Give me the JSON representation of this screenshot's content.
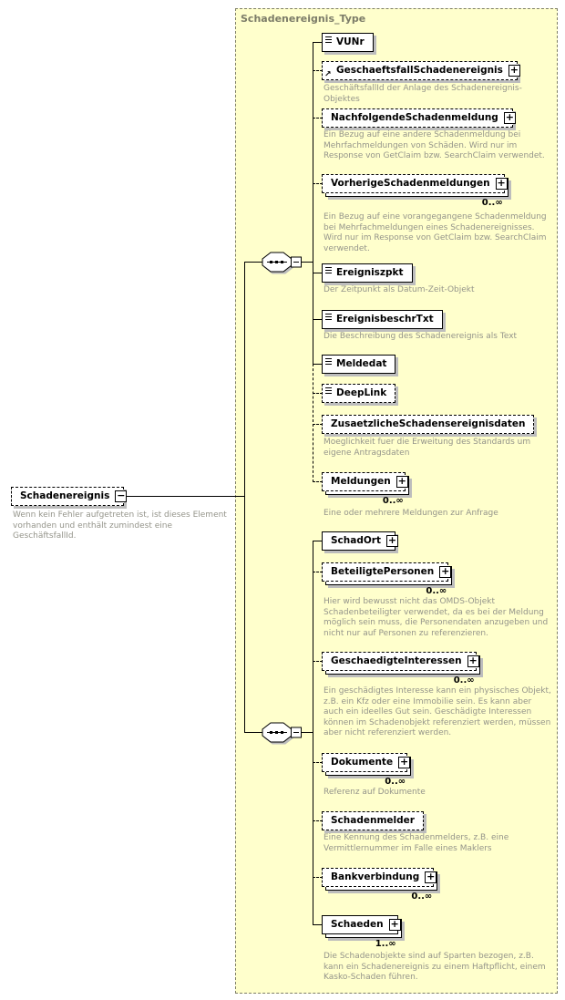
{
  "diagram": {
    "title": "Schadenereignis_Type",
    "root": {
      "label": "Schadenereignis",
      "description": "Wenn kein Fehler aufgetreten ist, ist dieses Element vorhanden und enthält zumindest eine GeschäftsfallId."
    },
    "icons": {
      "expand": "+",
      "collapse": "−",
      "reference": "↗"
    },
    "colors": {
      "container_background": "#FFFFCC",
      "box_background": "#FFFFFF",
      "shadow": "#BDBDBD",
      "line": "#000000",
      "annotation_text": "#94948A",
      "title_text": "#7C7C68"
    },
    "groups": [
      {
        "kind": "sequence"
      },
      {
        "kind": "sequence"
      }
    ],
    "elements": [
      {
        "label": "VUNr",
        "required": true
      },
      {
        "label": "GeschaeftsfallSchadenereignis",
        "required": false,
        "description": "GeschäftsfallId der Anlage des Schadenereignis-Objektes"
      },
      {
        "label": "NachfolgendeSchadenmeldung",
        "required": false,
        "description": "Ein Bezug auf eine andere Schadenmeldung bei Mehrfachmeldungen von Schäden. Wird nur im Response von GetClaim bzw. SearchClaim verwendet."
      },
      {
        "label": "VorherigeSchadenmeldungen",
        "required": false,
        "occurrence": "0..∞",
        "description": "Ein Bezug auf eine vorangegangene Schadenmeldung bei Mehrfachmeldungen eines Schadenereignisses. Wird nur im Response von GetClaim bzw. SearchClaim verwendet."
      },
      {
        "label": "Ereigniszpkt",
        "required": true,
        "description": "Der Zeitpunkt als Datum-Zeit-Objekt"
      },
      {
        "label": "EreignisbeschrTxt",
        "required": true,
        "description": "Die Beschreibung des Schadenereignis als Text"
      },
      {
        "label": "Meldedat",
        "required": true
      },
      {
        "label": "DeepLink",
        "required": false
      },
      {
        "label": "ZusaetzlicheSchadensereignisdaten",
        "required": false,
        "description": "Moeglichkeit fuer die Erweitung des Standards um eigene Antragsdaten"
      },
      {
        "label": "Meldungen",
        "required": false,
        "occurrence": "0..∞",
        "description": "Eine oder mehrere Meldungen zur Anfrage"
      },
      {
        "label": "SchadOrt",
        "required": true
      },
      {
        "label": "BeteiligtePersonen",
        "required": false,
        "occurrence": "0..∞",
        "description": "Hier wird bewusst nicht das OMDS-Objekt Schadenbeteiligter verwendet, da es bei der Meldung möglich sein muss, die Personendaten anzugeben und nicht nur auf Personen zu referenzieren."
      },
      {
        "label": "GeschaedigteInteressen",
        "required": false,
        "occurrence": "0..∞",
        "description": "Ein geschädigtes Interesse kann ein physisches Objekt, z.B. ein Kfz oder eine Immobilie sein. Es kann aber auch ein ideelles Gut sein. Geschädigte Interessen können im Schadenobjekt referenziert werden, müssen aber nicht referenziert werden."
      },
      {
        "label": "Dokumente",
        "required": false,
        "occurrence": "0..∞",
        "description": "Referenz auf Dokumente"
      },
      {
        "label": "Schadenmelder",
        "required": false,
        "description": "Eine Kennung des Schadenmelders, z.B. eine Vermittlernummer im Falle eines Maklers"
      },
      {
        "label": "Bankverbindung",
        "required": false,
        "occurrence": "0..∞"
      },
      {
        "label": "Schaeden",
        "required": true,
        "occurrence": "1..∞",
        "description": "Die Schadenobjekte sind auf Sparten bezogen, z.B. kann ein Schadenereignis zu einem Haftpflicht, einem Kasko-Schaden führen."
      }
    ]
  }
}
